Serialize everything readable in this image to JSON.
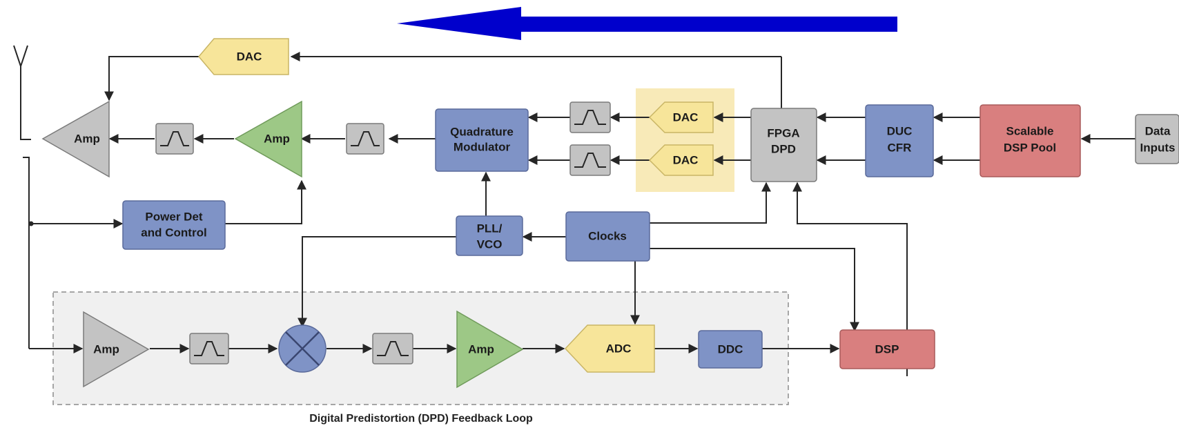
{
  "diagram": {
    "blocks": {
      "dac_top": "DAC",
      "amp_pa": "Amp",
      "amp_driver": "Amp",
      "quad_mod_line1": "Quadrature",
      "quad_mod_line2": "Modulator",
      "dac_i": "DAC",
      "dac_q": "DAC",
      "fpga_line1": "FPGA",
      "fpga_line2": "DPD",
      "duc_line1": "DUC",
      "duc_line2": "CFR",
      "dsp_pool_line1": "Scalable",
      "dsp_pool_line2": "DSP Pool",
      "data_line1": "Data",
      "data_line2": "Inputs",
      "power_line1": "Power Det",
      "power_line2": "and Control",
      "pll_line1": "PLL/",
      "pll_line2": "VCO",
      "clocks": "Clocks",
      "amp_fb1": "Amp",
      "amp_fb2": "Amp",
      "adc": "ADC",
      "ddc": "DDC",
      "dsp": "DSP"
    },
    "feedback_caption": "Digital Predistortion (DPD) Feedback Loop"
  },
  "colors": {
    "arrow": "#0000cc",
    "blue_block": "#7f93c6",
    "gray_block": "#c3c3c3",
    "red_block": "#d97f7f",
    "yellow_block": "#f7e59a",
    "green_block": "#9dc886",
    "dac_highlight": "#f8eab8",
    "feedback_region": "#f0f0f0"
  }
}
